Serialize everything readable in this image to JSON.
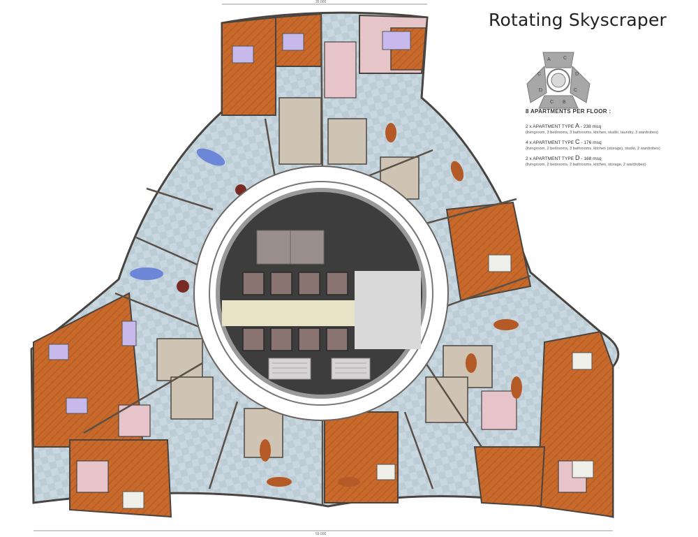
{
  "title": "Rotating Skyscraper",
  "legend": {
    "heading": "8 APARTMENTS PER FLOOR :",
    "types": [
      {
        "prefix": "2 x APARTMENT TYPE ",
        "letter": "A",
        "area": " - 238 msq",
        "details": "(livingroom, 3 bedrooms, 3 bathrooms, kitchen, studio, laundry, 3 wardrobes)"
      },
      {
        "prefix": "4 x APARTMENT TYPE ",
        "letter": "C",
        "area": " - 176 msq",
        "details": "(livingroom, 2 bedrooms, 3 bathrooms, kitchen (storage), studio, 2 wardrobes)"
      },
      {
        "prefix": "2 x APARTMENT TYPE ",
        "letter": "D",
        "area": " - 168 msq",
        "details": "(livingroom, 2 bedrooms, 2 bathrooms, kitchen, storage, 2 wardrobes)"
      }
    ]
  },
  "key_diagram": {
    "labels": [
      "A",
      "C",
      "D",
      "C",
      "B",
      "C",
      "D",
      "C"
    ]
  },
  "dimensions": {
    "top": "35.000",
    "bottom": "59.000"
  },
  "colors": {
    "floor_wood": "#c8692c",
    "floor_tile": "#c7d6de",
    "core_dark": "#3d3d3d",
    "corridor": "#e8e2c6",
    "wall": "#5a5048",
    "bath_pink": "#e7c4c9",
    "kitchen_beige": "#cfc4b3"
  }
}
